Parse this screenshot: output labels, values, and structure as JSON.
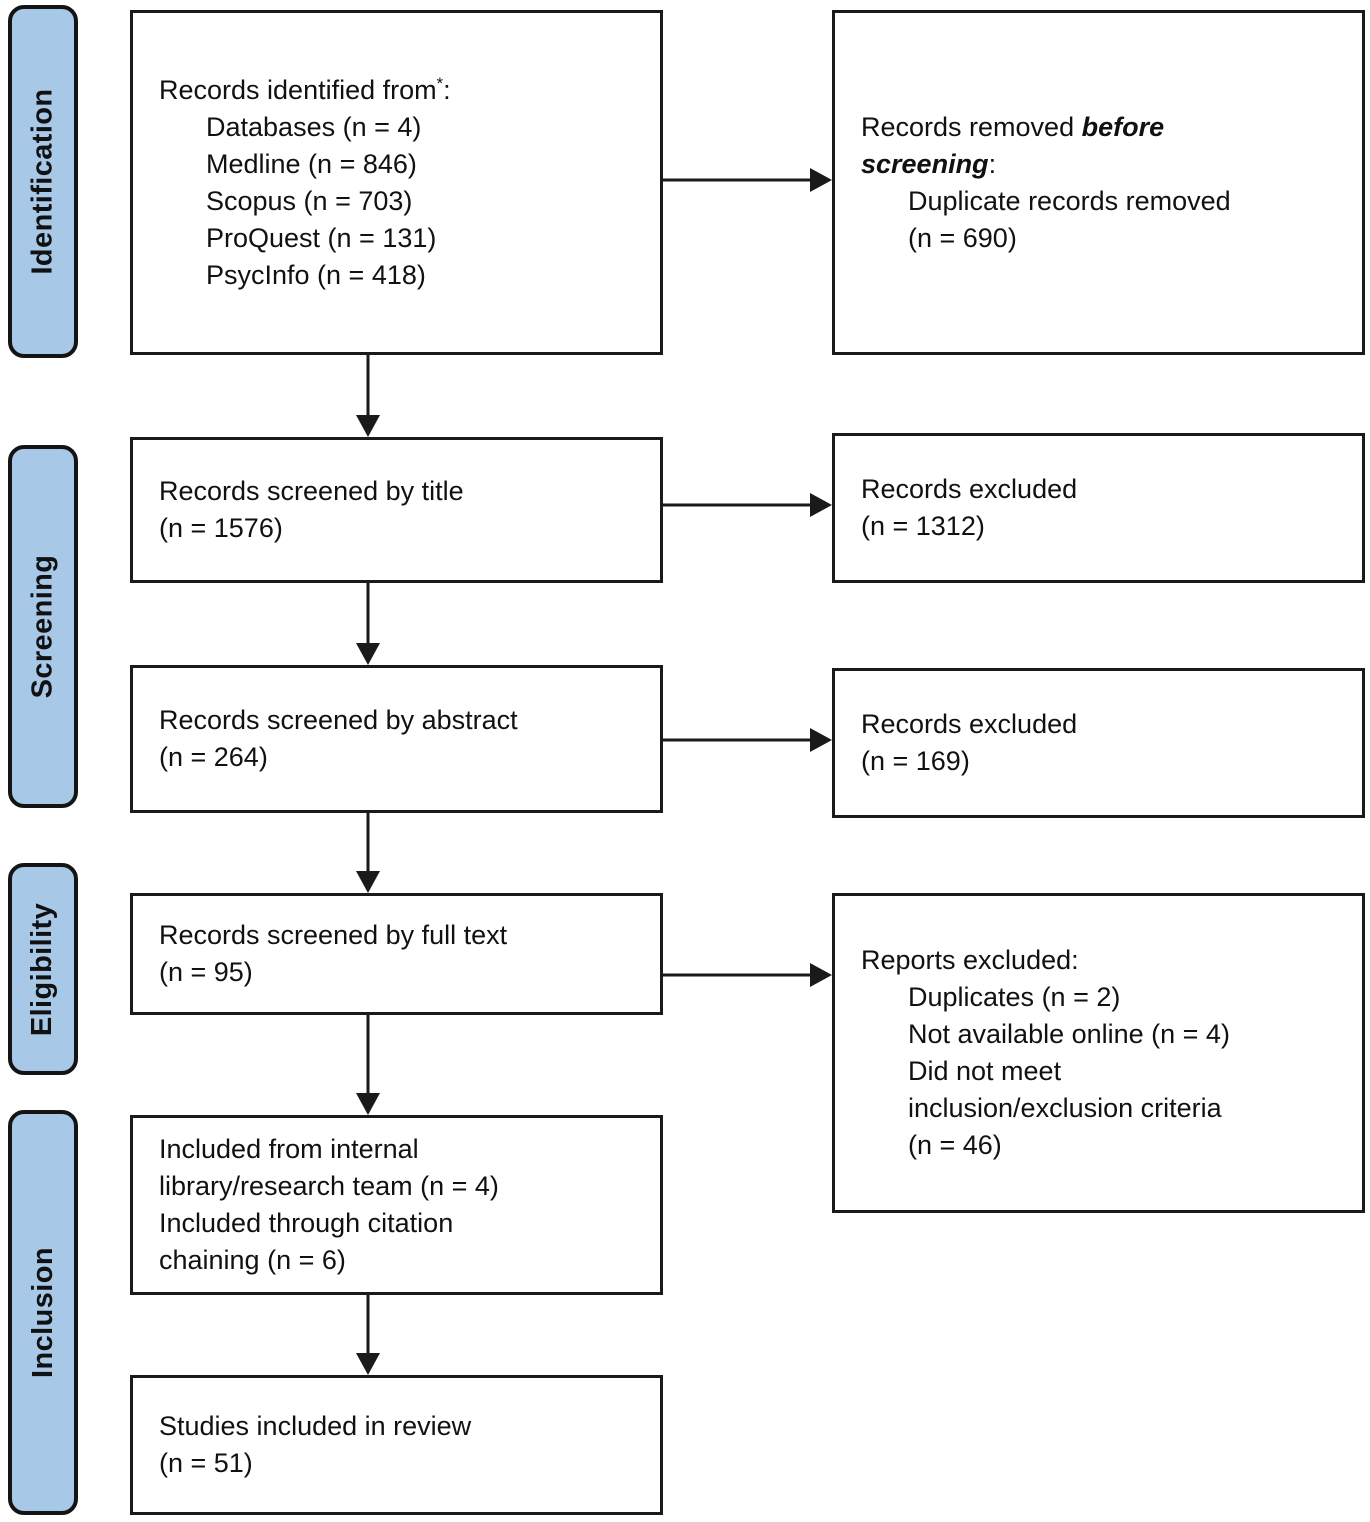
{
  "colors": {
    "sidebar_fill": "#a8c8e8",
    "border": "#1a1a1a",
    "background": "#ffffff"
  },
  "sidebar": [
    {
      "label": "Identification"
    },
    {
      "label": "Screening"
    },
    {
      "label": "Eligibility"
    },
    {
      "label": "Inclusion"
    }
  ],
  "boxes": {
    "identified": {
      "title": {
        "text": "Records identified from",
        "sup_mark": "*",
        "colon": ":"
      },
      "items": [
        "Databases (n = 4)",
        "Medline (n = 846)",
        "Scopus (n = 703)",
        "ProQuest (n = 131)",
        "PsycInfo (n = 418)"
      ]
    },
    "removed_before_screening": {
      "title": {
        "pre": "Records removed ",
        "italic": "before screening",
        "colon": ":"
      },
      "lines": [
        "Duplicate records removed",
        "(n = 690)"
      ]
    },
    "screened_title": {
      "lines": [
        "Records screened by title",
        "(n = 1576)"
      ]
    },
    "excluded_title": {
      "lines": [
        "Records excluded",
        "(n = 1312)"
      ]
    },
    "screened_abstract": {
      "lines": [
        "Records screened by abstract",
        "(n = 264)"
      ]
    },
    "excluded_abstract": {
      "lines": [
        "Records excluded",
        "(n = 169)"
      ]
    },
    "screened_fulltext": {
      "lines": [
        "Records screened by full text",
        "(n = 95)"
      ]
    },
    "reports_excluded": {
      "title": "Reports excluded:",
      "items": [
        "Duplicates (n = 2)",
        "Not available online (n = 4)",
        "Did not meet",
        "inclusion/exclusion criteria",
        "(n = 46)"
      ]
    },
    "included_other_sources": {
      "lines": [
        "Included from internal",
        "library/research team (n = 4)",
        "Included through citation",
        "chaining (n = 6)"
      ]
    },
    "studies_included": {
      "lines": [
        "Studies included in review",
        "(n = 51)"
      ]
    }
  }
}
